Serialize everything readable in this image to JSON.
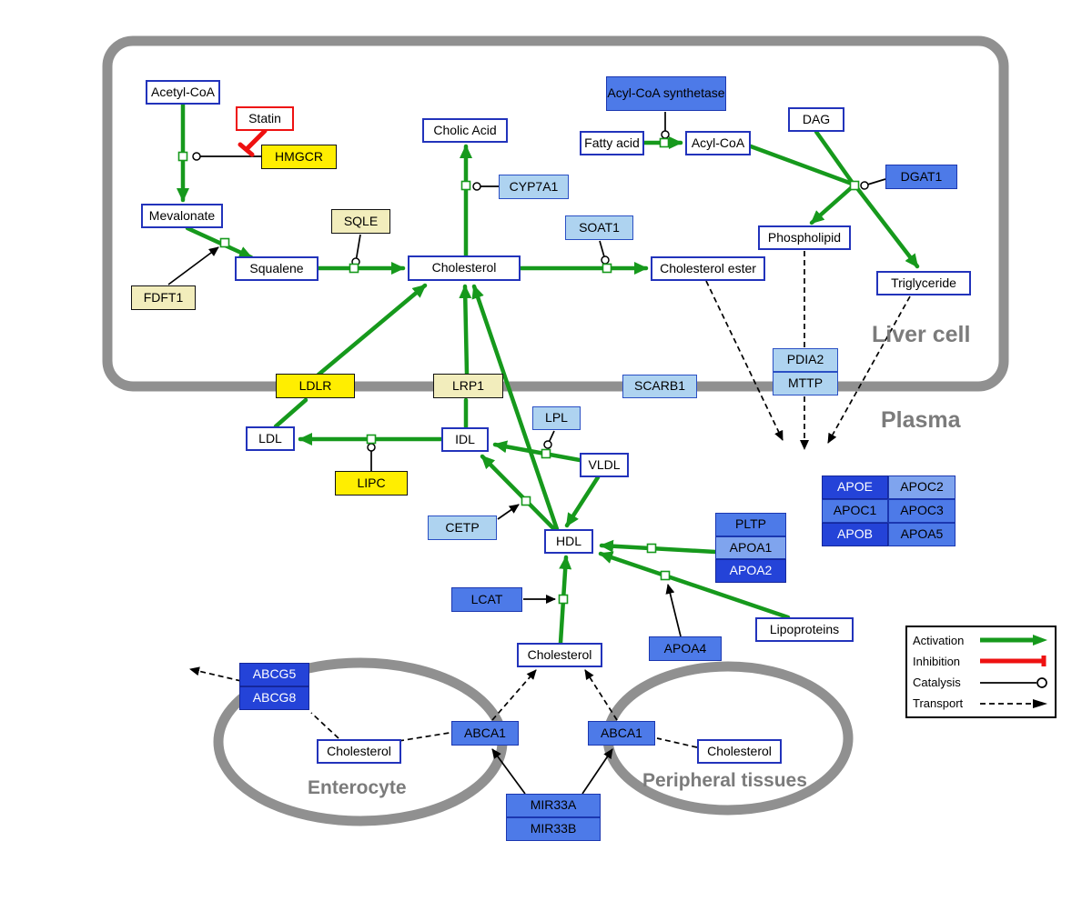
{
  "regions": {
    "liver": "Liver cell",
    "plasma": "Plasma",
    "enterocyte": "Enterocyte",
    "peripheral": "Peripheral tissues"
  },
  "legend": {
    "activation": "Activation",
    "inhibition": "Inhibition",
    "catalysis": "Catalysis",
    "transport": "Transport"
  },
  "nodes": {
    "acetyl_coa": "Acetyl-CoA",
    "statin": "Statin",
    "hmgcr": "HMGCR",
    "mevalonate": "Mevalonate",
    "fdft1": "FDFT1",
    "squalene": "Squalene",
    "sqle": "SQLE",
    "cholic_acid": "Cholic Acid",
    "cyp7a1": "CYP7A1",
    "cholesterol_liver": "Cholesterol",
    "soat1": "SOAT1",
    "cholesterol_ester": "Cholesterol ester",
    "acyl_coa_synthetase": "Acyl-CoA synthetase",
    "fatty_acid": "Fatty acid",
    "acyl_coa": "Acyl-CoA",
    "dag": "DAG",
    "dgat1": "DGAT1",
    "phospholipid": "Phospholipid",
    "triglyceride": "Triglyceride",
    "pdia2": "PDIA2",
    "mttp": "MTTP",
    "ldlr": "LDLR",
    "lrp1": "LRP1",
    "scarb1": "SCARB1",
    "ldl": "LDL",
    "idl": "IDL",
    "lpl": "LPL",
    "vldl": "VLDL",
    "lipc": "LIPC",
    "cetp": "CETP",
    "hdl": "HDL",
    "pltp": "PLTP",
    "apoa1": "APOA1",
    "apoa2": "APOA2",
    "apoe": "APOE",
    "apoc2": "APOC2",
    "apoc1": "APOC1",
    "apoc3": "APOC3",
    "apob": "APOB",
    "apoa5": "APOA5",
    "lcat": "LCAT",
    "apoa4": "APOA4",
    "lipoproteins": "Lipoproteins",
    "cholesterol_plasma": "Cholesterol",
    "abcg5": "ABCG5",
    "abcg8": "ABCG8",
    "cholesterol_enterocyte": "Cholesterol",
    "abca1_enterocyte": "ABCA1",
    "abca1_peripheral": "ABCA1",
    "cholesterol_peripheral": "Cholesterol",
    "mir33a": "MIR33A",
    "mir33b": "MIR33B"
  },
  "colors": {
    "activation_green": "#16991c",
    "inhibition_red": "#ee1111",
    "metabolite_border_blue": "#2233bb",
    "gene_yellow": "#ffee00",
    "gene_pale_yellow": "#f2edbc",
    "gene_light_blue": "#aed3f0",
    "gene_medium_blue": "#4d7ae8",
    "gene_dark_blue": "#2443d8",
    "membrane_gray": "#909090"
  }
}
